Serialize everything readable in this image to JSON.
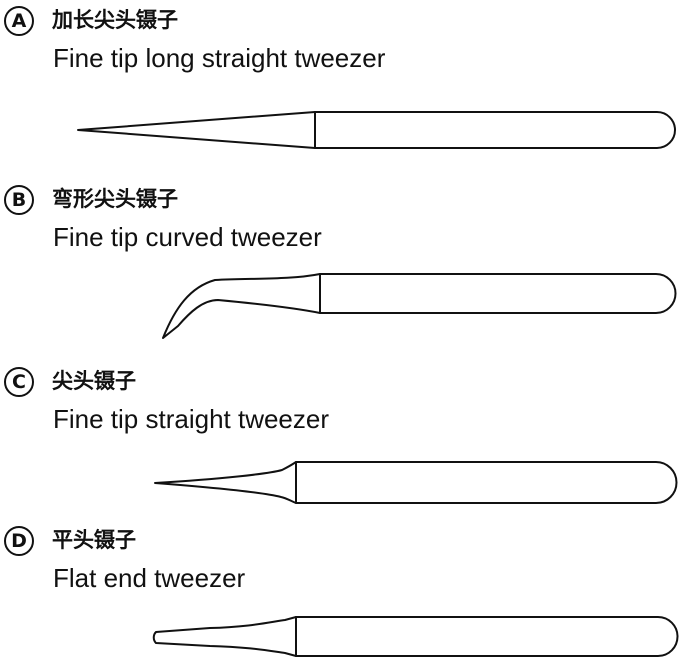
{
  "tweezers": [
    {
      "letter": "A",
      "name_cn": "加长尖头镊子",
      "name_en": "Fine tip long straight tweezer"
    },
    {
      "letter": "B",
      "name_cn": "弯形尖头镊子",
      "name_en": "Fine tip curved tweezer"
    },
    {
      "letter": "C",
      "name_cn": "尖头镊子",
      "name_en": "Fine tip straight tweezer"
    },
    {
      "letter": "D",
      "name_cn": "平头镊子",
      "name_en": "Flat end tweezer"
    }
  ],
  "colors": {
    "ink": "#111111",
    "background": "#ffffff"
  }
}
